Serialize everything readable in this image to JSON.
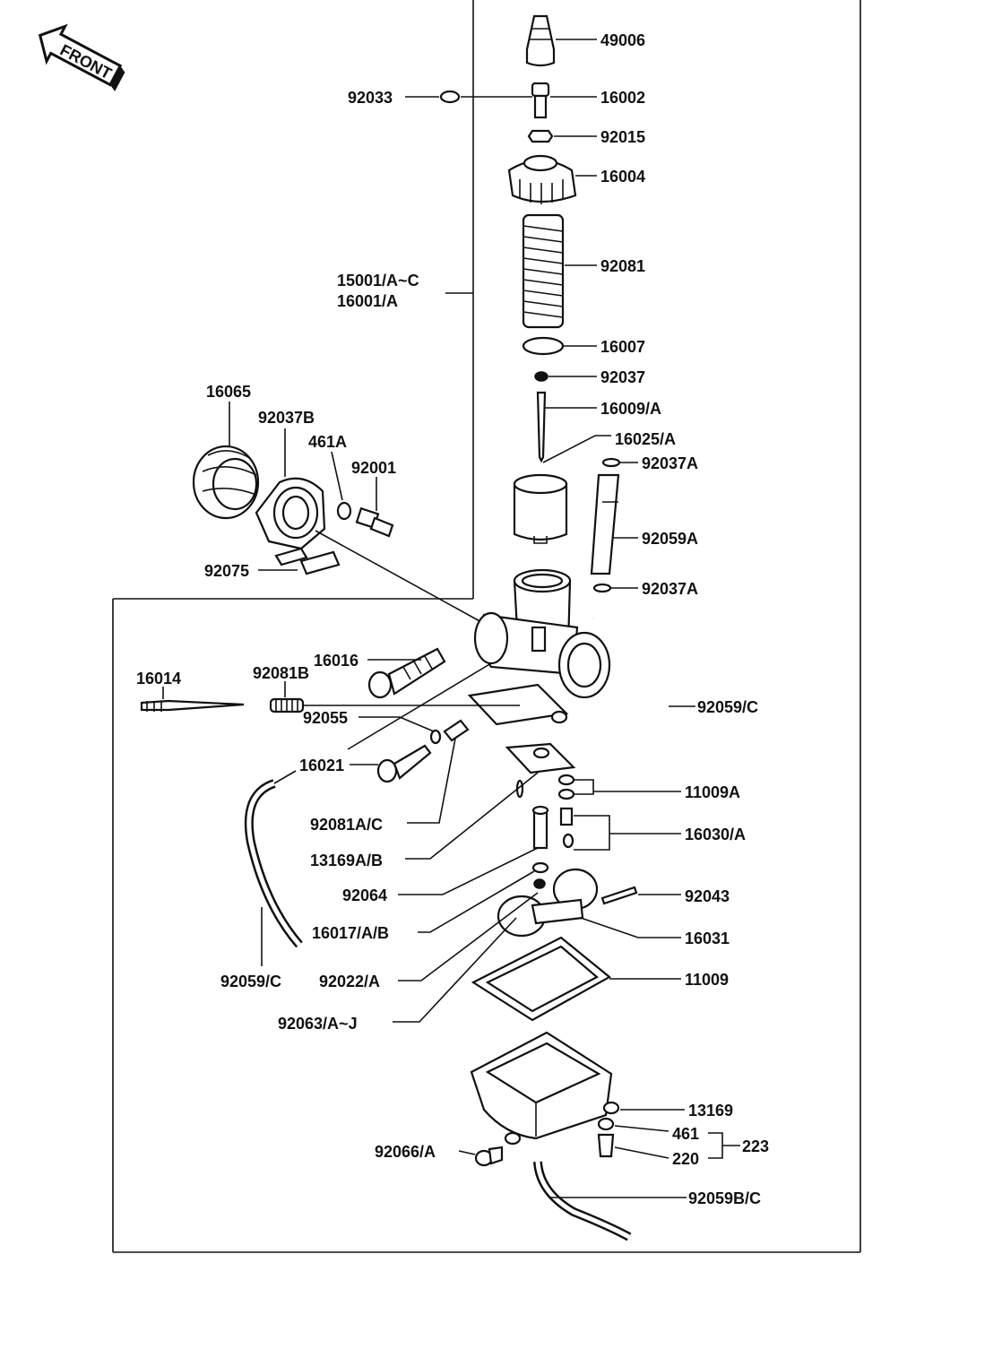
{
  "front_badge": "FRONT",
  "bracket_main": [
    "15001/A~C",
    "16001/A"
  ],
  "labels": {
    "p49006": "49006",
    "p16002": "16002",
    "p92033": "92033",
    "p92015": "92015",
    "p16004": "16004",
    "p92081": "92081",
    "p16007": "16007",
    "p92037": "92037",
    "p16009A": "16009/A",
    "p16025A": "16025/A",
    "p92037A_top": "92037A",
    "p92059A": "92059A",
    "p92037A_bot": "92037A",
    "p16065": "16065",
    "p92037B": "92037B",
    "p461A": "461A",
    "p92001": "92001",
    "p92075": "92075",
    "p16016": "16016",
    "p16014": "16014",
    "p92081B": "92081B",
    "p92055": "92055",
    "p92059C_right": "92059/C",
    "p16021": "16021",
    "p11009A": "11009A",
    "p92081AC": "92081A/C",
    "p16030A": "16030/A",
    "p13169AB": "13169A/B",
    "p92064": "92064",
    "p92043": "92043",
    "p16017AB": "16017/A/B",
    "p16031": "16031",
    "p92059C_left": "92059/C",
    "p92022A": "92022/A",
    "p11009": "11009",
    "p92063AJ": "92063/A~J",
    "p13169": "13169",
    "p461": "461",
    "p220": "220",
    "p223": "223",
    "p92066A": "92066/A",
    "p92059BC": "92059B/C"
  }
}
